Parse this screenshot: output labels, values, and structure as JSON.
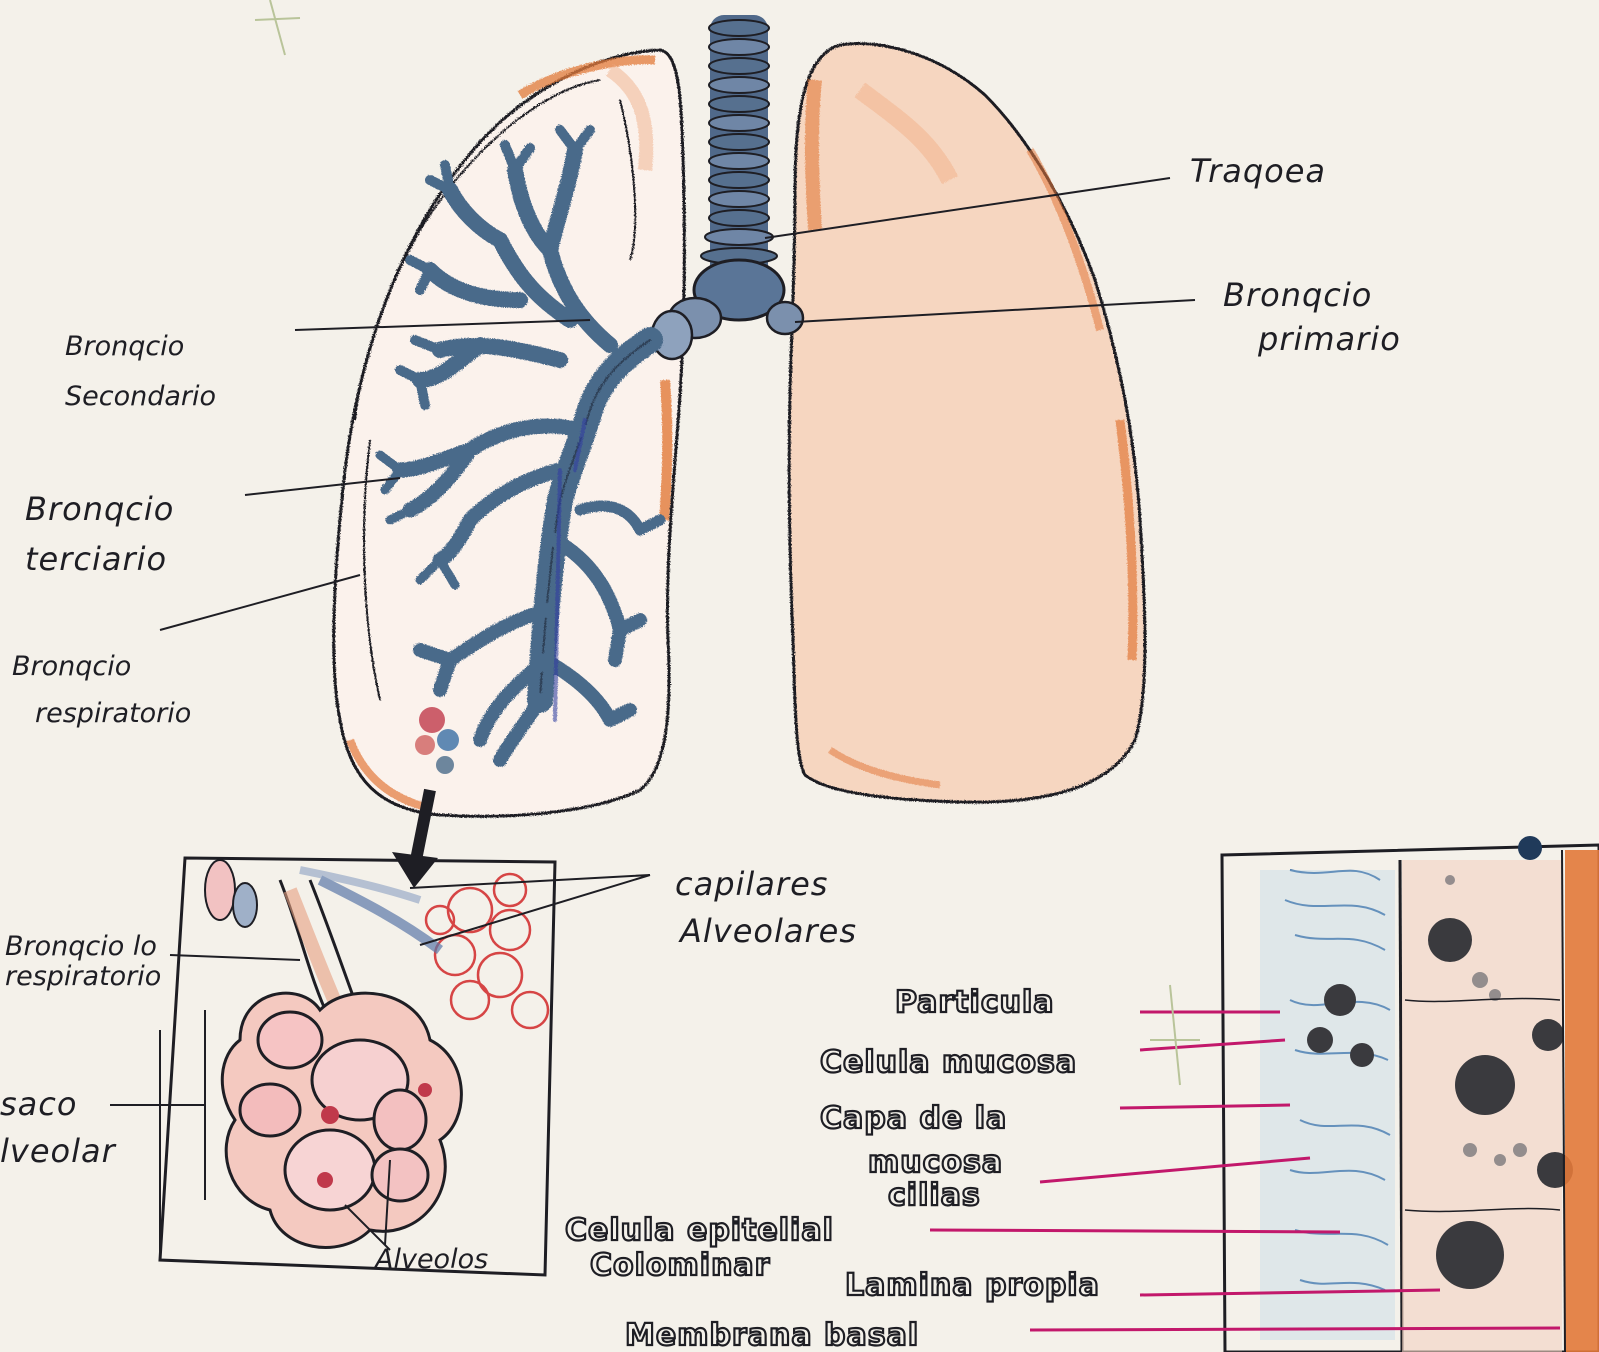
{
  "labels": {
    "traquea": "Traqoea",
    "bronquio_primario_1": "Bronqcio",
    "bronquio_primario_2": "primario",
    "bronquio_secundario_1": "Bronqcio",
    "bronquio_secundario_2": "Secondario",
    "bronquio_terciario_1": "Bronqcio",
    "bronquio_terciario_2": "terciario",
    "bronquio_respiratorio_1": "Bronqcio",
    "bronquio_respiratorio_2": "respiratorio",
    "capilares": "capilares",
    "alveolares": "Alveolares",
    "bronquiolo_1": "Bronqcio lo",
    "bronquiolo_2": "respiratorio",
    "saco_1": "saco",
    "saco_2": "lveolar",
    "alveolos": "Alveolos"
  },
  "histology_labels": {
    "particula": "Particula",
    "celula_mucosa": "Celula mucosa",
    "capa_1": "Capa de la",
    "capa_2": "mucosa",
    "cilias": "cilias",
    "celula_epitelial_1": "Celula epitelial",
    "celula_epitelial_2": "Colominar",
    "lamina_propia": "Lamina propia",
    "membrana_basal": "Membrana basal"
  },
  "colors": {
    "paper": "#f4f1ea",
    "ink": "#1e1e24",
    "lung_fill": "#f7d9c4",
    "lung_edge": "#e2793a",
    "bronchi": "#4a6a8a",
    "trachea": "#3e5a80",
    "pink_line": "#c2186b",
    "alveolus": "#f2b5b5"
  }
}
